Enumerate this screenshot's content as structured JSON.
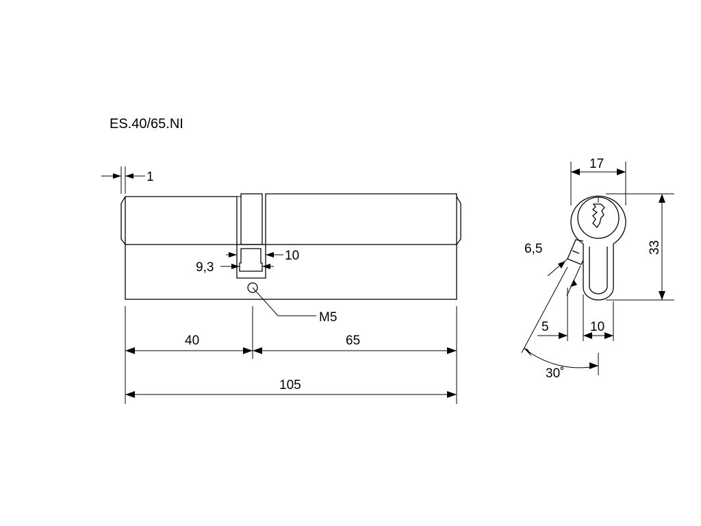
{
  "drawing": {
    "title": "ES.40/65.NI",
    "front_view": {
      "dim_shoulder": "1",
      "dim_cam_right": "10",
      "dim_cam_left": "9,3",
      "screw_callout": "M5",
      "dim_left": "40",
      "dim_right": "65",
      "dim_total": "105"
    },
    "side_view": {
      "dim_width": "17",
      "dim_height": "33",
      "dim_cam_thickness": "6,5",
      "dim_offset": "5",
      "dim_bottom_width": "10",
      "dim_angle": "30˚"
    }
  }
}
